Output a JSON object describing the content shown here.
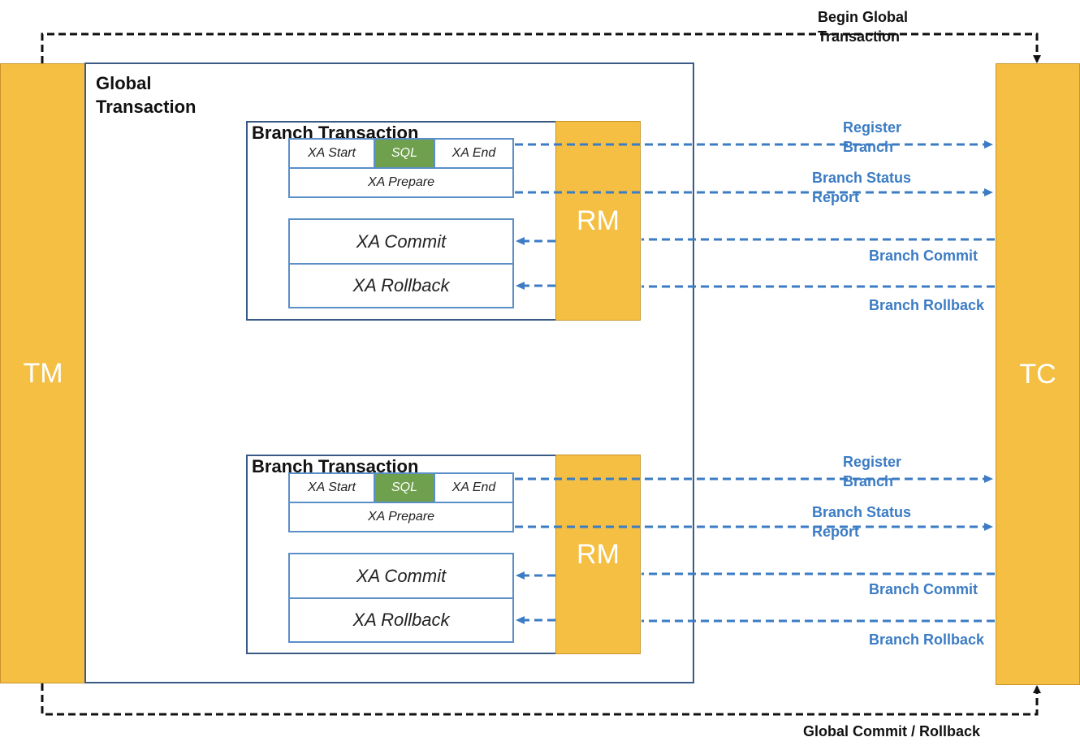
{
  "tm": {
    "label": "TM"
  },
  "tc": {
    "label": "TC"
  },
  "global": {
    "title_line1": "Global",
    "title_line2": "Transaction"
  },
  "branches": [
    {
      "title": "Branch Transaction",
      "xa_start": "XA Start",
      "sql": "SQL",
      "xa_end": "XA End",
      "xa_prepare": "XA Prepare",
      "xa_commit": "XA Commit",
      "xa_rollback": "XA Rollback",
      "rm": "RM",
      "register_line1": "Register",
      "register_line2": "Branch",
      "status_line1": "Branch Status",
      "status_line2": "Report",
      "commit": "Branch Commit",
      "rollback": "Branch Rollback"
    },
    {
      "title": "Branch Transaction",
      "xa_start": "XA Start",
      "sql": "SQL",
      "xa_end": "XA End",
      "xa_prepare": "XA Prepare",
      "xa_commit": "XA Commit",
      "xa_rollback": "XA Rollback",
      "rm": "RM",
      "register_line1": "Register",
      "register_line2": "Branch",
      "status_line1": "Branch Status",
      "status_line2": "Report",
      "commit": "Branch Commit",
      "rollback": "Branch Rollback"
    }
  ],
  "begin_global": {
    "line1": "Begin Global",
    "line2": "Transaction"
  },
  "global_commit": {
    "label": "Global Commit / Rollback"
  },
  "colors": {
    "pillar": "#f4bf43",
    "sql": "#6fa04e",
    "arrow_blue": "#3b7cc4",
    "frame": "#3a5a86"
  }
}
